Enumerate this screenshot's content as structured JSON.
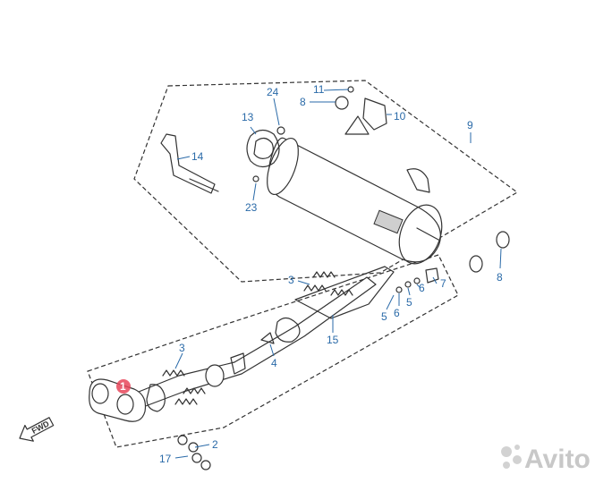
{
  "callouts": [
    {
      "label": "24"
    },
    {
      "label": "11"
    },
    {
      "label": "8"
    },
    {
      "label": "10"
    },
    {
      "label": "13"
    },
    {
      "label": "9"
    },
    {
      "label": "14"
    },
    {
      "label": "23"
    },
    {
      "label": "8"
    },
    {
      "label": "3"
    },
    {
      "label": "7"
    },
    {
      "label": "6"
    },
    {
      "label": "5"
    },
    {
      "label": "6"
    },
    {
      "label": "5"
    },
    {
      "label": "15"
    },
    {
      "label": "3"
    },
    {
      "label": "4"
    },
    {
      "label": "1"
    },
    {
      "label": "2"
    },
    {
      "label": "17"
    }
  ],
  "direction_arrow": {
    "label": "FWD",
    "icon": "forward-arrow-icon"
  },
  "watermark": {
    "text": "Avito",
    "icon": "avito-logo-icon"
  },
  "colors": {
    "callout_text": "#2a6aa8",
    "line": "#333333",
    "highlight": "#e8475a"
  }
}
